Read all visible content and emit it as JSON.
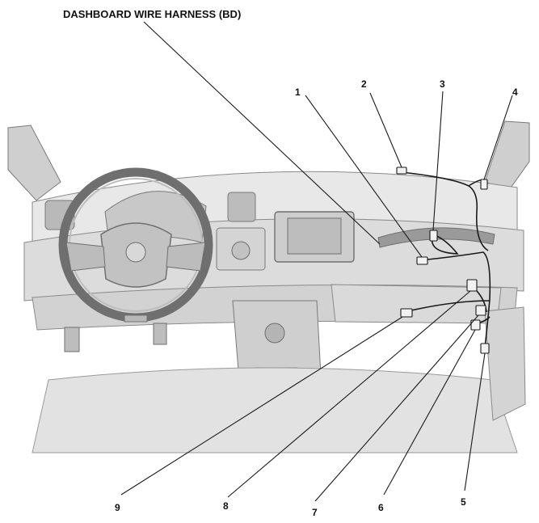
{
  "diagram": {
    "title": "DASHBOARD WIRE HARNESS (BD)",
    "callouts": [
      "1",
      "2",
      "3",
      "4",
      "5",
      "6",
      "7",
      "8",
      "9"
    ]
  },
  "colors": {
    "ink": "#1a1a1a",
    "drawing": "#8a8a8a",
    "shade": "#d9d9d9",
    "background": "#ffffff"
  }
}
